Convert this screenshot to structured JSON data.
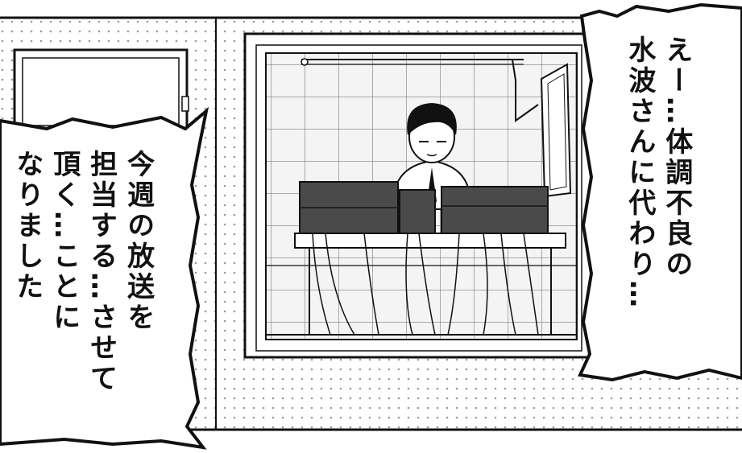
{
  "balloons": {
    "right": {
      "lines": [
        "えー…体調不良の",
        "水波さんに代わり…"
      ]
    },
    "left": {
      "lines": [
        "今週の放送を",
        "担当する…させて",
        "頂く…ことに",
        "なりました"
      ]
    }
  },
  "icons": {
    "person": "boy-in-glasses-icon",
    "equipment": "broadcast-equipment-icon"
  },
  "colors": {
    "ink": "#111111",
    "paper": "#ffffff",
    "screentone": "#9a9a9a",
    "equipment": "#4a4a4a"
  }
}
